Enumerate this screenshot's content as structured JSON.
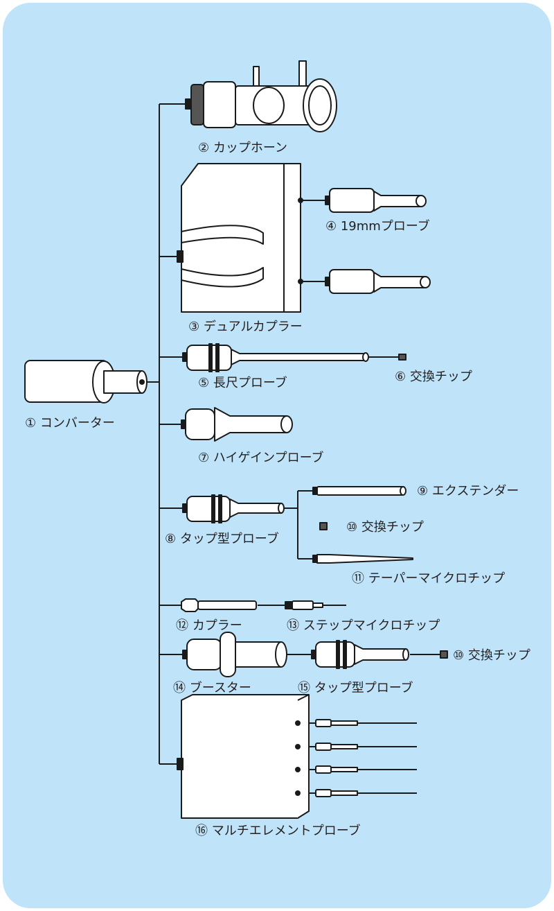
{
  "colors": {
    "background": "#bfe3f8",
    "line": "#1a1a1a",
    "part_fill": "#ffffff"
  },
  "labels": {
    "converter": "① コンバーター",
    "cup_horn": "② カップホーン",
    "dual_coupler": "③ デュアルカプラー",
    "probe_19mm": "④ 19mmプローブ",
    "long_probe": "⑤ 長尺プローブ",
    "tip_6": "⑥ 交換チップ",
    "high_gain_probe": "⑦ ハイゲインプローブ",
    "tapped_probe_8": "⑧ タップ型プローブ",
    "extender": "⑨ エクステンダー",
    "tip_10a": "⑩ 交換チップ",
    "tapered_microtip": "⑪ テーパーマイクロチップ",
    "coupler": "⑫ カプラー",
    "stepped_microtip": "⑬ ステップマイクロチップ",
    "booster": "⑭ ブースター",
    "tapped_probe_15": "⑮ タップ型プローブ",
    "tip_10b": "⑩ 交換チップ",
    "multi_element_probe": "⑯ マルチエレメントプローブ"
  }
}
